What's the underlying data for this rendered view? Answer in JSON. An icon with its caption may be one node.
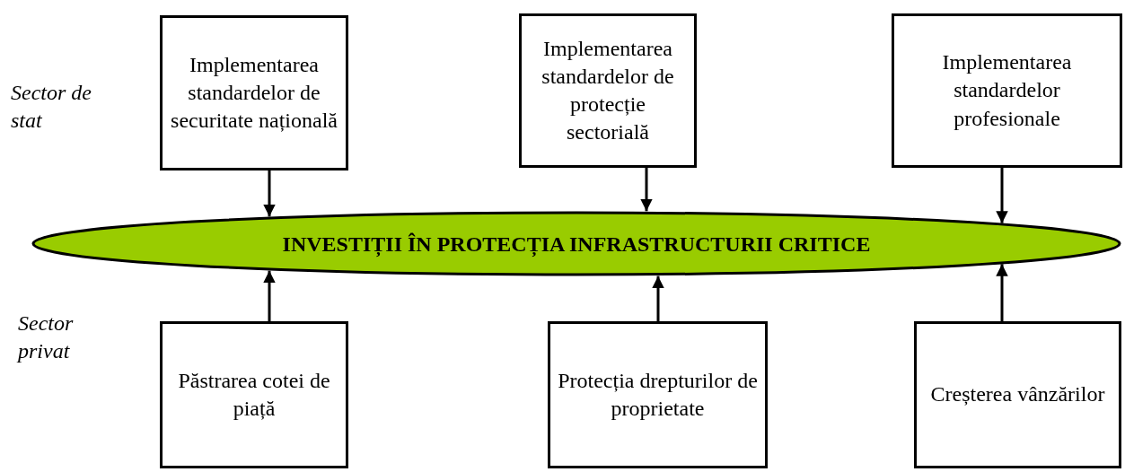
{
  "diagram": {
    "nodes": [
      {
        "text": [
          "Implementarea standardelor de securitate națională"
        ]
      },
      {
        "text": [
          "Implementarea standardelor de protecție sectorială"
        ]
      },
      {
        "text": [
          "Implementarea standardelor profesionale"
        ]
      },
      {
        "text": [
          "INVESTIȚII ÎN PROTECȚIA INFRASTRUCTURII CRITICE"
        ]
      },
      {
        "text": [
          "Păstrarea cotei de piață"
        ]
      },
      {
        "text": [
          "Protecția drepturilor de proprietate"
        ]
      },
      {
        "text": [
          "Creșterea vânzărilor"
        ]
      }
    ],
    "edges": [
      {
        "from": 0,
        "to": 3,
        "arrow": "to"
      },
      {
        "from": 1,
        "to": 3,
        "arrow": "to"
      },
      {
        "from": 2,
        "to": 3,
        "arrow": "to"
      },
      {
        "from": 4,
        "to": 3,
        "arrow": "to"
      },
      {
        "from": 5,
        "to": 3,
        "arrow": "to"
      },
      {
        "from": 6,
        "to": 3,
        "arrow": "to"
      }
    ],
    "labels": [
      "Sector de stat",
      "Sector privat"
    ]
  }
}
